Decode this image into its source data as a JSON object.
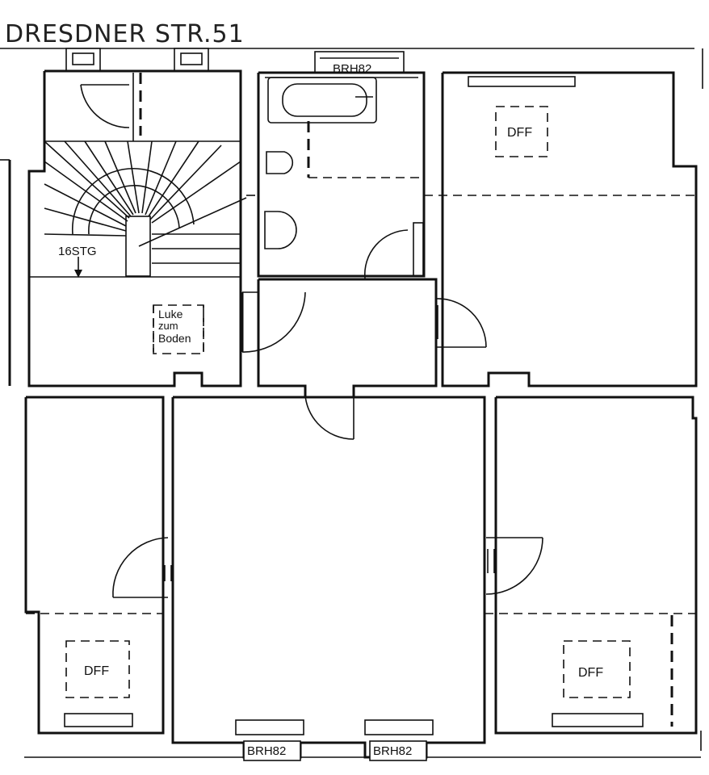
{
  "title": "DRESDNER STR.51",
  "labels": {
    "stairs": "16STG",
    "hatch_line1": "Luke",
    "hatch_line2": "zum",
    "hatch_line3": "Boden",
    "skylight_top_right": "DFF",
    "skylight_bottom_left": "DFF",
    "skylight_bottom_right": "DFF",
    "window_bath": "BRH82",
    "window_bottom_left": "BRH82",
    "window_bottom_right": "BRH82"
  },
  "colors": {
    "ink": "#111111",
    "paper": "#ffffff"
  }
}
